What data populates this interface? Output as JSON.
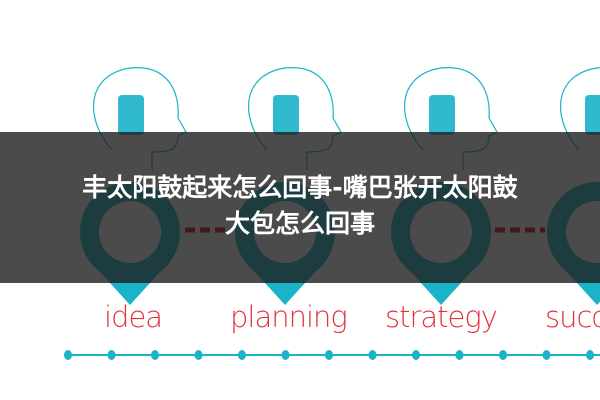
{
  "image": {
    "title_line1": "丰太阳鼓起来怎么回事-嘴巴张开太阳鼓",
    "title_line2": "大包怎么回事",
    "stages": [
      {
        "label": "idea",
        "icon": "lightbulb-icon"
      },
      {
        "label": "planning",
        "icon": "document-chart-icon"
      },
      {
        "label": "strategy",
        "icon": "chess-pieces-icon"
      },
      {
        "label": "succ",
        "icon": "handshake-icon"
      }
    ],
    "colors": {
      "accent": "#1bb3c8",
      "label": "#e2323c",
      "dash": "#c00000",
      "overlay": "#333333"
    }
  }
}
